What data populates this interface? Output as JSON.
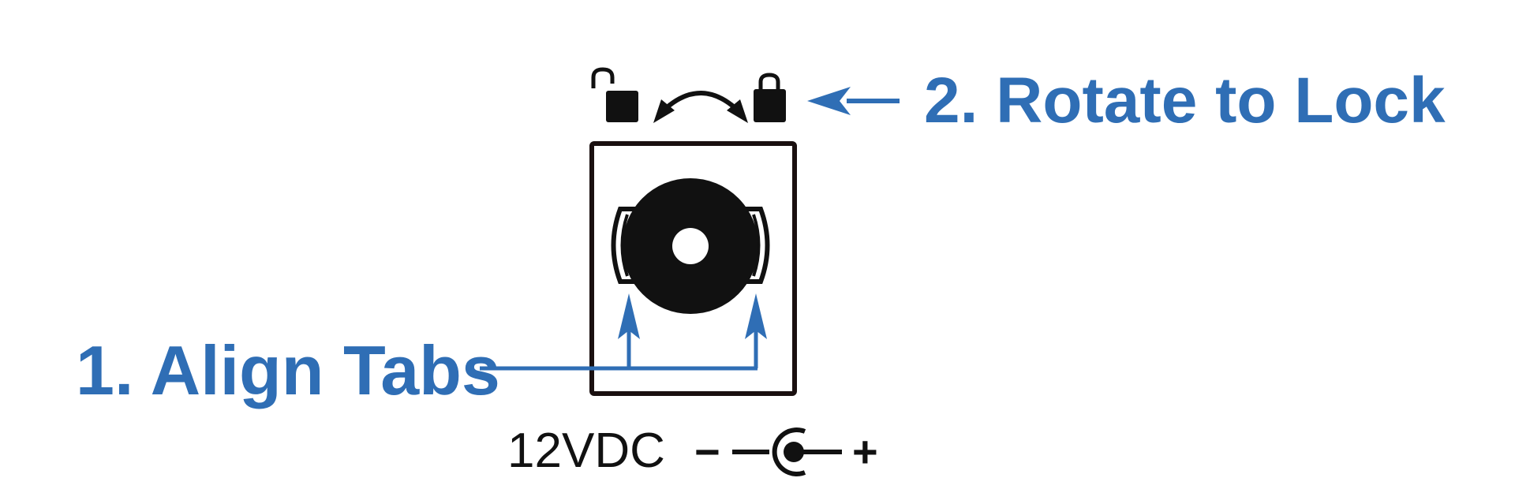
{
  "labels": {
    "step1": "1. Align Tabs",
    "step2": "2. Rotate to Lock",
    "power": "12VDC",
    "minus": "−",
    "plus": "+"
  },
  "icons": {
    "unlocked": "unlocked-padlock-icon",
    "locked": "locked-padlock-icon",
    "rotate": "curved-double-arrow-icon",
    "dc_jack": "dc-barrel-jack-symbol-icon"
  },
  "colors": {
    "accent": "#2f6eb5",
    "ink": "#111111"
  }
}
